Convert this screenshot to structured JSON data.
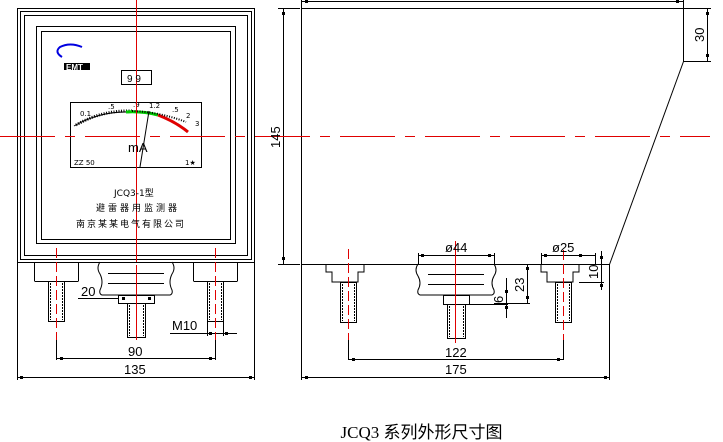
{
  "caption": "JCQ3 系列外形尺寸图",
  "colors": {
    "line": "#000000",
    "center": "#e00000",
    "logo": "#0000e0",
    "green": "#00cc00",
    "red": "#e00000"
  },
  "front_view": {
    "logo_text": "EMT",
    "counter_value": "9 9",
    "meter_unit": "mA",
    "meter_footer_left": "ZZ 50",
    "meter_footer_right": "1★",
    "model": "JCQ3-1型",
    "product_name": "避雷器用监测器",
    "company": "南京某某电气有限公司",
    "dims": {
      "bolt_spacing": "90",
      "width": "135",
      "base_height": "20",
      "thread": "M10",
      "height": "145"
    }
  },
  "side_view": {
    "dims": {
      "depth": "175",
      "bolt_spacing": "122",
      "top_offset": "30",
      "dia_center": "ø44",
      "dia_side": "ø25",
      "height_23": "23",
      "height_6": "6",
      "height_10": "10"
    }
  }
}
